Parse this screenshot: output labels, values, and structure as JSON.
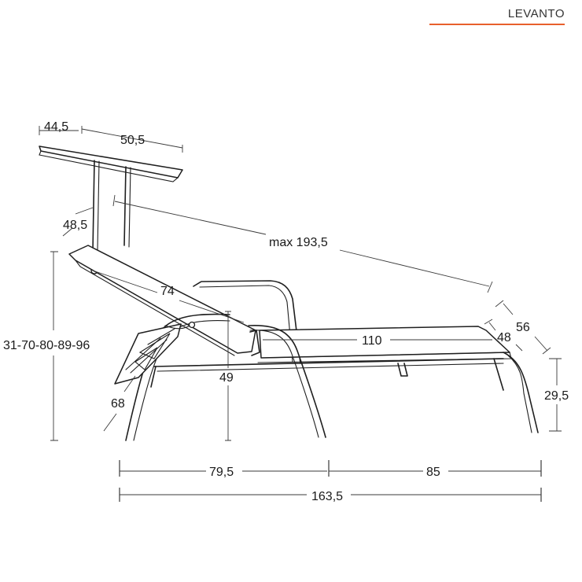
{
  "header": {
    "brand": "LEVANTO",
    "accent_color": "#e8602c"
  },
  "dimensions": {
    "shade_depth": "44,5",
    "shade_width": "50,5",
    "shade_arm": "48,5",
    "max_length": "max 193,5",
    "backrest_heights": "31-70-80-89-96",
    "backrest_length": "74",
    "seat_height": "49",
    "leg_rest": "68",
    "bed_length": "110",
    "width_outer": "56",
    "width_inner": "48",
    "foot_height": "29,5",
    "rear_length": "79,5",
    "front_length": "85",
    "total_length": "163,5"
  },
  "colors": {
    "line": "#1f1f1f",
    "dimension_line": "#3a3a3a"
  }
}
